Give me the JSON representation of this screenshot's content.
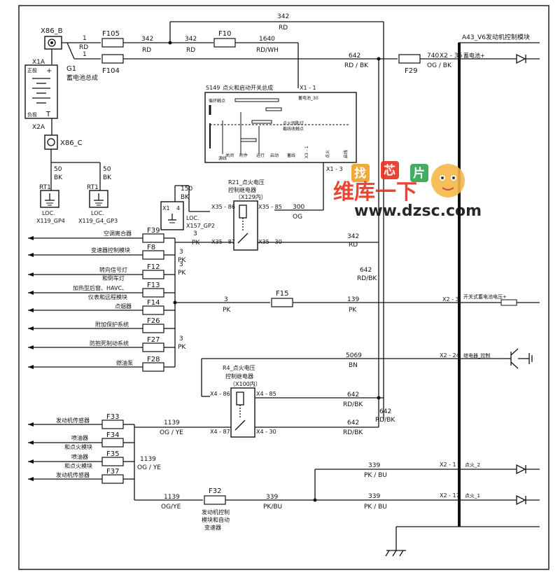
{
  "top": {
    "x86b": "X86_B",
    "x1a": "X1A",
    "x2a": "X2A",
    "x86c": "X86_C"
  },
  "battery": {
    "id": "G1",
    "name": "蓄电池总成",
    "pos_label": "正极",
    "neg_label": "负极"
  },
  "wire_labels": {
    "w342": "342",
    "rd": "RD",
    "w1": "1",
    "w1640": "1640",
    "rdwh": "RD/WH",
    "w642": "642",
    "rdbk": "RD / BK",
    "w740": "740",
    "ogbk": "OG / BK",
    "w50": "50",
    "bk": "BK",
    "w150": "150",
    "w3": "3",
    "pk": "PK",
    "w300": "300",
    "og": "OG",
    "w139": "139",
    "w5069": "5069",
    "bn": "BN",
    "w1139": "1139",
    "ogye": "OG / YE",
    "w339": "339",
    "pkbu": "PK / BU",
    "rdbk2": "RD/BK",
    "ogye2": "OG/YE",
    "pkbu2": "PK/BU"
  },
  "fuses": {
    "f105": "F105",
    "f104": "F104",
    "f10": "F10",
    "f29": "F29",
    "f15": "F15",
    "f32": "F32",
    "f39": "F39",
    "f8": "F8",
    "f12": "F12",
    "f13": "F13",
    "f14": "F14",
    "f26": "F26",
    "f27": "F27",
    "f28": "F28",
    "f33": "F33",
    "f34": "F34",
    "f35": "F35",
    "f37": "F37"
  },
  "ecm": {
    "title": "A43_V6发动机控制模块",
    "x2_36": "X2 - 36",
    "batt": "蓄电池+",
    "x2_3": "X2 - 3",
    "sw_batt": "开关式蓄电池电压+",
    "x2_24": "X2 - 24",
    "relay_ctrl": "继电器_控制",
    "x2_1": "X2 - 1",
    "ign2": "点火_2",
    "x2_17": "X2 - 17",
    "ign1": "点火_1"
  },
  "ignition_switch": {
    "id": "S149",
    "name": "点火和启动开关总成",
    "x1_1": "X1 - 1",
    "x1_3": "X1 - 3",
    "c1": "循环触点",
    "c2": "蓄电池_30",
    "c3": "点火钥匙灯",
    "c4": "截线收触点",
    "p1": "源线",
    "p2": "关闭",
    "p3": "附件",
    "p4": "运行",
    "p5": "启动",
    "p6": "蓄线",
    "p7": "X3 - 1",
    "p8": "点火",
    "p9": "启线"
  },
  "relay_r21": {
    "name1": "R21_点火电压",
    "name2": "控制继电器",
    "name3": "（X129内）",
    "t86": "X35 - 86",
    "t85": "X35 - 85",
    "t87": "X35 - 87",
    "t30": "X35 - 30"
  },
  "relay_r4": {
    "name1": "R4_点火电压",
    "name2": "控制继电器",
    "name3": "（X100内）",
    "t86": "X4 - 86",
    "t85": "X4 - 85",
    "t87": "X4 - 87",
    "t30": "X4 - 30"
  },
  "grounds": {
    "rt1a": "RT1",
    "loc": "LOC.",
    "g1": "X119_GP4",
    "rt1b": "RT1",
    "g2": "X119_G4_GP3",
    "x1": "X1",
    "p4": "4",
    "g3": "X157_GP2"
  },
  "loads": {
    "l39": "空调离合器",
    "l8": "变速器控制模块",
    "l12a": "转向信号灯",
    "l12b": "和倒车灯",
    "l13a": "加热型后窗、HAVC、",
    "l13b": "仪表和远程模块",
    "l14": "点烟器",
    "l26": "附加保护系统",
    "l27": "防抱死制动系统",
    "l28": "燃油泵",
    "l33": "发动机传感器",
    "l34a": "喷油器",
    "l34b": "和点火模块",
    "l35a": "喷油器",
    "l35b": "和点火模块",
    "l37": "发动机传感器"
  },
  "f32_label": {
    "a": "发动机控制",
    "b": "模块和自动",
    "c": "变速器"
  },
  "watermark": {
    "brand": "维库一下",
    "url": "www.dzsc.com",
    "tag1": "找",
    "tag2": "芯",
    "tag3": "片"
  }
}
